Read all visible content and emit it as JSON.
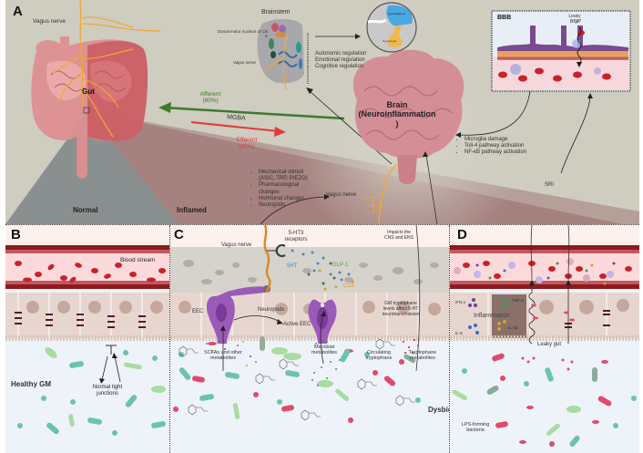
{
  "figure": {
    "panels": [
      "A",
      "B",
      "C",
      "D"
    ]
  },
  "panel_a": {
    "letter": "A",
    "vagus_nerve_label": "Vagus nerve",
    "gut_label": "Gut",
    "normal_label": "Normal",
    "inflamed_label": "Inflamed",
    "afferent_label": "Afferent",
    "afferent_pct": "(80%)",
    "efferent_label": "Efferent",
    "efferent_pct": "(20%)",
    "mgba_label": "MGBA",
    "brainstem_title": "Brainstem",
    "brainstem_dmn_label": "Dorsal motor nucleus of CN X",
    "brainstem_vagus_label": "Vagus nerve",
    "brainstem_functions": [
      "Autonomic regulation",
      "Emotional regulation",
      "Cognitive regulation"
    ],
    "hypothalamus_label": "Hypothalamus",
    "hypophysis_label": "Hypophysis",
    "brain_label_line1": "Brain",
    "brain_label_line2": "(Neuroinflammation",
    "brain_label_line3": ")",
    "brain_effects": [
      "Microglia damage",
      "Toll-4 pathway activation",
      "NF-κB pathway activation"
    ],
    "stimuli": [
      "Mechanical stimuli (ASIC, TRP, PIEZO)",
      "Pharmacological changes",
      "Hormonal changes",
      "Neuropods"
    ],
    "vagus_nerve_label_2": "Vagus nerve",
    "bbb_title": "BBB",
    "leaky_bbb_label": "Leaky BBB",
    "sri_label": "SRI",
    "colors": {
      "afferent": "#3d7a2e",
      "efferent": "#e03a3a",
      "nerve": "#f0a830",
      "background": "#cfccc0",
      "inflamed_cone": "#a47c7c",
      "normal_cone": "#8a9090"
    }
  },
  "panel_b": {
    "letter": "B",
    "blood_stream_label": "Blood stream",
    "healthy_gm_label": "Healthy GM",
    "tight_junctions_label_line1": "Normal tight",
    "tight_junctions_label_line2": "junctions"
  },
  "panel_c": {
    "letter": "C",
    "receptor_label_line1": "5-HT3",
    "receptor_label_line2": "receptors",
    "vagus_nerve_label": "Vagus nerve",
    "impacts_label_line1": "Impacts the",
    "impacts_label_line2": "CNS and ENS",
    "serotonin_label": "5HT",
    "glp1_label": "GLP-1",
    "cck_label": "CCK",
    "eec_label": "EEC",
    "neuropods_label": "Neuropods",
    "active_eec_label": "Active EEC",
    "gm_tryptophan_label": "GM tryptophane levels affect 5-HT neurotransmission",
    "scfa_label_line1": "SCFAs and other",
    "scfa_label_line2": "metabolites",
    "microbial_label_line1": "Microbial",
    "microbial_label_line2": "metabolites",
    "circulating_label_line1": "Circulating",
    "circulating_label_line2": "tryptophane",
    "tryptophane_metab_line1": "Tryptophane",
    "tryptophane_metab_line2": "metabolites",
    "colors": {
      "serotonin": "#4a8ac0",
      "glp1": "#5a9a4a",
      "cck": "#d4a030"
    }
  },
  "panel_d": {
    "letter": "D",
    "dysbiosis_label": "Dysbiosis",
    "inflammation_label": "Inflammation",
    "leaky_gut_label": "Leaky gut",
    "lps_label_line1": "LPS-forming",
    "lps_label_line2": "bacteria",
    "cytokines": [
      "IFN-γ",
      "TNF-α",
      "IL-1β",
      "IL-6"
    ]
  }
}
